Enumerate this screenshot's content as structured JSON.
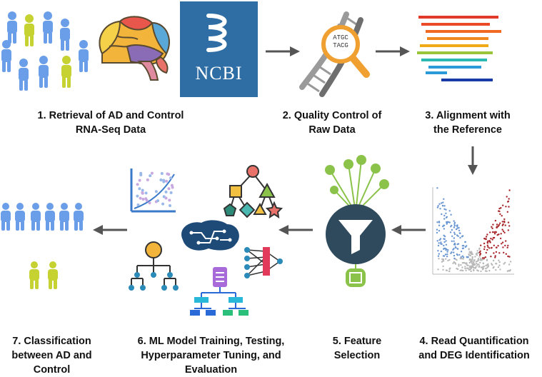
{
  "steps": [
    {
      "label": "1.  Retrieval of AD and Control\nRNA-Seq Data"
    },
    {
      "label": "2. Quality Control of\nRaw Data"
    },
    {
      "label": "3. Alignment with\nthe Reference"
    },
    {
      "label": "4. Read Quantification\nand DEG Identification"
    },
    {
      "label": "5. Feature\nSelection"
    },
    {
      "label": "6. ML Model Training, Testing,\nHyperparameter Tuning, and\nEvaluation"
    },
    {
      "label": "7. Classification\nbetween AD and\nControl"
    }
  ],
  "ncbi": {
    "logo_text": "NCBI"
  },
  "dna": {
    "magnifier_text": "ATGC\nTACG"
  },
  "colors": {
    "person_blue": "#6b9ee8",
    "person_yellow": "#c6d232",
    "ncbi_blue": "#2f6ea4",
    "arrow_gray": "#555555",
    "volcano_blue": "#6a96d2",
    "volcano_red": "#a8262b",
    "funnel_dark": "#2e4a5c",
    "funnel_green": "#8bc34a"
  },
  "icons": [
    "person-icon",
    "brain-icon",
    "ncbi-logo",
    "dna-magnifier-icon",
    "alignment-bars-icon",
    "volcano-plot-icon",
    "funnel-icon",
    "scatter-plot-icon",
    "tree-icon",
    "circuit-brain-icon",
    "neural-network-icon",
    "decision-tree-icon",
    "hierarchy-icon"
  ]
}
